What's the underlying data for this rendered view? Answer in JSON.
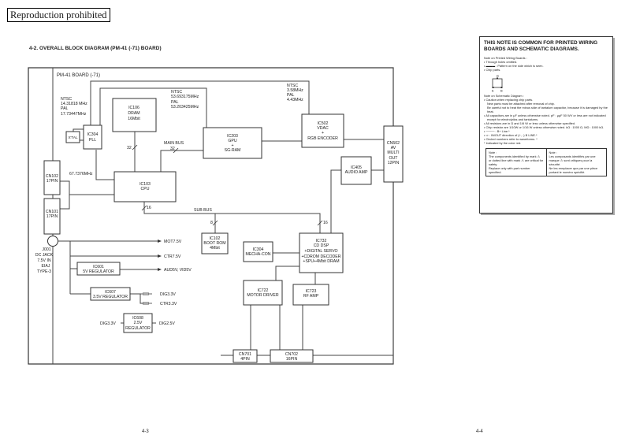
{
  "stamp": "Reproduction prohibited",
  "section_title": "4-2. OVERALL BLOCK DIAGRAM (PM-41 (-71) BOARD)",
  "board_label": "PM-41 BOARD (-71)",
  "blocks": {
    "ic106": [
      "IC106",
      "DRAM",
      "16Mbit"
    ],
    "ic304": [
      "IC304",
      "PLL"
    ],
    "xtal": [
      "X'TAL"
    ],
    "ic203": [
      "IC203",
      "GPU",
      "+",
      "SG-RAM"
    ],
    "ic502": [
      "IC502",
      "VDAC",
      "+",
      "RGB ENCODER"
    ],
    "cn502": [
      "CN502",
      "AV",
      "MULTI",
      "OUT",
      "12PIN"
    ],
    "ic405": [
      "IC405",
      "AUDIO AMP"
    ],
    "ic103": [
      "IC103",
      "CPU"
    ],
    "cn102": [
      "CN102",
      "17PIN"
    ],
    "cn101": [
      "CN101",
      "17PIN"
    ],
    "ic102": [
      "IC102",
      "BOOT ROM",
      "4Mbit"
    ],
    "ic304b": [
      "IC304",
      "MECHA-CON"
    ],
    "ic732": [
      "IC732",
      "CD DSP",
      "+DIGITAL SERVO",
      "+CDROM DECODER",
      "+SPU+4Mbit DRAM"
    ],
    "ic722": [
      "IC722",
      "MOTOR DRIVER"
    ],
    "ic723": [
      "IC723",
      "RF AMP"
    ],
    "cn701": [
      "CN701",
      "4PIN"
    ],
    "cn702": [
      "CN702",
      "16PIN"
    ],
    "ic601": [
      "IC601",
      "5V REGULATOR"
    ],
    "ic607": [
      "IC607",
      "3.5V REGULATOR"
    ],
    "ic608": [
      "IC608",
      "2.5V",
      "REGULATOR"
    ]
  },
  "labels": {
    "pll_freq": [
      "NTSC",
      "14.31818 MHz",
      "PAL",
      "17.73447MHz"
    ],
    "gpu_freq": [
      "NTSC",
      "53.693175MHz",
      "PAL",
      "53.203425MHz"
    ],
    "vdac_freq": [
      "NTSC",
      "3.58MHz",
      "PAL",
      "4.43MHz"
    ],
    "cpu_clock": "67.7376MHz",
    "main_bus": "MAIN BUS",
    "sub_bus": "SUB BUS",
    "bus_32a": "32",
    "bus_32b": "32",
    "bus_16a": "16",
    "bus_8": "8",
    "bus_16b": "16",
    "dc_jack": [
      "J001",
      "DC JACK",
      "7.5V IN",
      "EIAJ",
      "TYPE-3"
    ],
    "mot75v": "MOT7.5V",
    "ctr75v": "CTR7.5V",
    "aud5v": "AUD5V, VID5V",
    "dig35v": "DIG3.3V",
    "ctr35v": "CTR3.3V",
    "dig35v_in": "DIG3.3V",
    "dig25v": "DIG2.5V"
  },
  "page_numbers": {
    "left": "4-3",
    "right": "4-4"
  },
  "note_panel": {
    "heading": "THIS NOTE IS COMMON FOR PRINTED WIRING BOARDS AND SCHEMATIC DIAGRAMS.",
    "pwb_title": "Note on Printed Wiring Boards :",
    "pwb_items": [
      "• Through holes omitted.",
      "• ▬▬▬ : Pattern on the side which is seen.",
      "• Chip parts."
    ],
    "chip_pins": {
      "top": "C",
      "bl": "E",
      "br": "B"
    },
    "sch_title": "Note on Schematic Diagram :",
    "sch_items": [
      "• Caution when replacing chip parts.",
      "New parts must be attached after removal of chip.",
      "Be careful not to heat the minus side of tantalum capacitor, because it is damaged by the heat.",
      "• All capacitors are in μF unless otherwise noted. pF : μμF 50 WV or less are not indicated except for electrolytics and tantalums.",
      "• All resistors are in Ω and 1/6 W or less unless otherwise specified.",
      "• Chip resistor are 1/10W or 1/16 W unless otherwise noted. kΩ : 1000 Ω, MΩ : 1000 kΩ.",
      "• ──── : B+ Line.*",
      "• ⇨ : IN/OUT direction of (+, -) B LINE.*",
      "• Circled numbers refer to waveforms. *",
      "* Indicated by the color red."
    ],
    "safety_en": [
      "Note :",
      "The components identified by mark ⚠ or dotted line with mark ⚠ are critical for safety.",
      "Replace only with part number specified."
    ],
    "safety_fr": [
      "Note :",
      "Les composants identifiés par une marque ⚠ sont critiques pour la sécurité.",
      "Ne les remplacer que par une pièce portant le numéro spécifié."
    ]
  }
}
